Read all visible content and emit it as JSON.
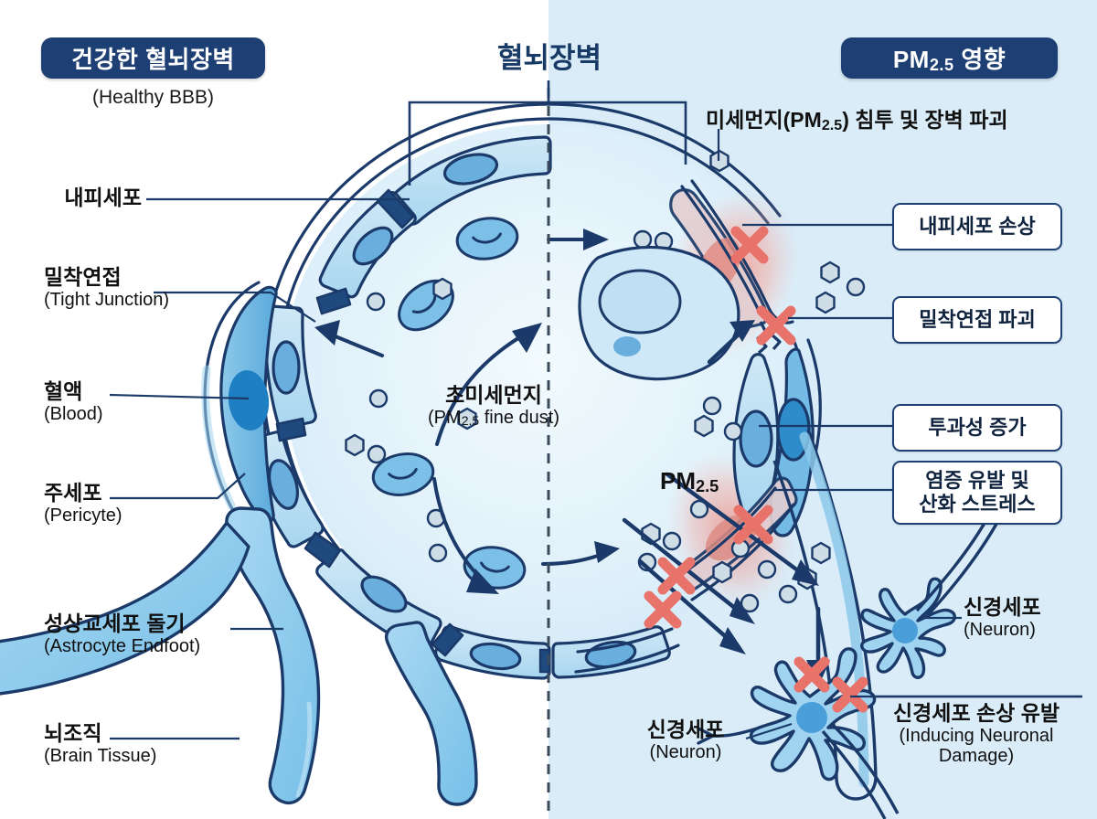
{
  "colors": {
    "navy": "#1e3f73",
    "outline": "#1b3a69",
    "bg_right": "#d9ecf8",
    "bg_left": "#ffffff",
    "cell_light": "#bfe0f2",
    "cell_mid": "#8fcbec",
    "nucleus": "#6aaedd",
    "rbc": "#7cc0e8",
    "pericyte": "#6fb6e2",
    "pericyte_nucleus": "#2f8ccb",
    "particle": "#cfdde6",
    "damage_red": "#ef8a80",
    "x_mark": "#e8736a",
    "neuron_fill": "#9fd3ef",
    "neuron_nucleus": "#4a9fd8"
  },
  "header": {
    "left_badge": "건강한 혈뇌장벽",
    "left_sub": "(Healthy BBB)",
    "center_title": "혈뇌장벽",
    "right_badge_pre": "PM",
    "right_badge_sub": "2.5",
    "right_badge_post": " 영향"
  },
  "annotations": {
    "top_right_pre": "미세먼지(PM",
    "top_right_sub": "2.5",
    "top_right_post": ") 침투 및 장벽 파괴",
    "pm25_pre": "PM",
    "pm25_sub": "2.5",
    "dust_ko": "초미세먼지",
    "dust_en_pre": "(PM",
    "dust_en_sub": "2.5",
    "dust_en_post": " fine dust)"
  },
  "left_labels": [
    {
      "ko": "내피세포",
      "en": ""
    },
    {
      "ko": "밀착연접",
      "en": "(Tight Junction)"
    },
    {
      "ko": "혈액",
      "en": "(Blood)"
    },
    {
      "ko": "주세포",
      "en": "(Pericyte)"
    },
    {
      "ko": "성상교세포 돌기",
      "en": "(Astrocyte Endfoot)"
    },
    {
      "ko": "뇌조직",
      "en": "(Brain Tissue)"
    }
  ],
  "right_callouts": [
    {
      "text": "내피세포 손상"
    },
    {
      "text": "밀착연접 파괴"
    },
    {
      "text": "투과성 증가"
    },
    {
      "text": "염증 유발 및\n산화 스트레스"
    }
  ],
  "bottom_labels": {
    "neuron_center_ko": "신경세포",
    "neuron_center_en": "(Neuron)",
    "neuron_right_ko": "신경세포",
    "neuron_right_en": "(Neuron)",
    "damage_ko": "신경세포 손상 유발",
    "damage_en_1": "(Inducing Neuronal",
    "damage_en_2": "Damage)"
  }
}
